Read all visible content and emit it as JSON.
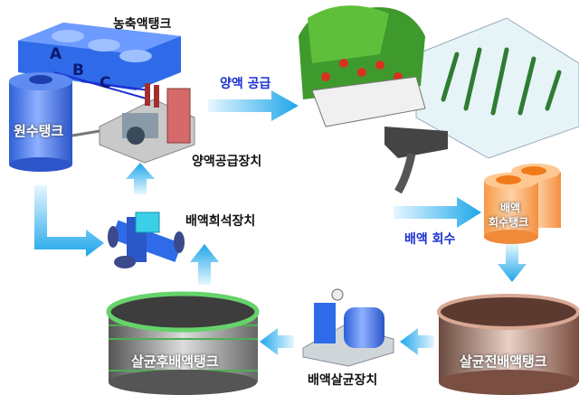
{
  "labels": {
    "concentrate_tank": "농축액탱크",
    "tank_a": "A",
    "tank_b": "B",
    "tank_c": "C",
    "raw_water_tank": "원수탱크",
    "nutrient_supply_device": "양액공급장치",
    "nutrient_supply": "양액 공급",
    "drain_dilution_device": "배액희석장치",
    "drain_recovery": "배액 회수",
    "drain_recovery_tank_line1": "배액",
    "drain_recovery_tank_line2": "회수탱크",
    "pre_sterilization_tank": "살균전배액탱크",
    "drain_sterilizer": "배액살균장치",
    "post_sterilization_tank": "살균후배액탱크"
  },
  "colors": {
    "arrow": "#39b4ee",
    "blue_tank": "#3a6fe0",
    "orange_tank": "#f5a050",
    "green_tank": "#4caf50",
    "copper_tank": "#c7785a"
  }
}
